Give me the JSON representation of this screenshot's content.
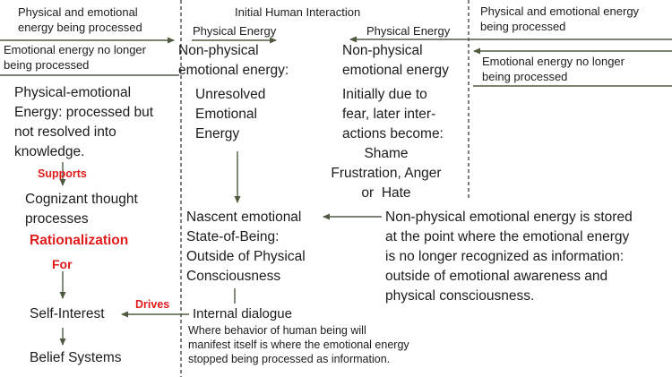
{
  "colors": {
    "accent_red": "#e01b1b",
    "arrow_green": "#4e5b41",
    "line_black": "#1a1a1a"
  },
  "left": {
    "top_note": "Physical and emotional\nenergy being processed",
    "no_longer": "Emotional energy no longer\nbeing processed",
    "phys_emotional": "Physical-emotional\nEnergy: processed but\nnot resolved into\nknowledge.",
    "supports_label": "Supports",
    "cognizant": "Cognizant thought\nprocesses",
    "rationalization_label": "Rationalization",
    "for_label": "For",
    "self_interest": "Self-Interest",
    "belief_systems": "Belief Systems"
  },
  "center": {
    "title": "Initial Human Interaction",
    "physical_energy_left": "Physical Energy",
    "physical_energy_right": "Physical Energy",
    "nonphysical_heading": "Non-physical\nemotional energy:",
    "unresolved": "Unresolved\nEmotional\nEnergy",
    "nascent": "Nascent emotional\nState-of-Being:\nOutside of Physical\nConsciousness",
    "internal_dialogue": "Internal dialogue",
    "drives_label": "Drives",
    "footnote": "Where behavior of human being will\nmanifest itself is where the emotional energy\nstopped being processed as information."
  },
  "right_center": {
    "nonphysical_heading": "Non-physical\nemotional energy",
    "initially": "Initially due to\nfear, later inter-\nactions become:",
    "emotions": "Shame\nFrustration, Anger\nor  Hate"
  },
  "right": {
    "top_note": "Physical and emotional energy\nbeing processed",
    "no_longer": "Emotional energy no longer\nbeing processed",
    "stored": "Non-physical emotional energy is stored\nat the point where the emotional energy\nis no longer recognized as information:\noutside of emotional awareness and\nphysical consciousness."
  }
}
